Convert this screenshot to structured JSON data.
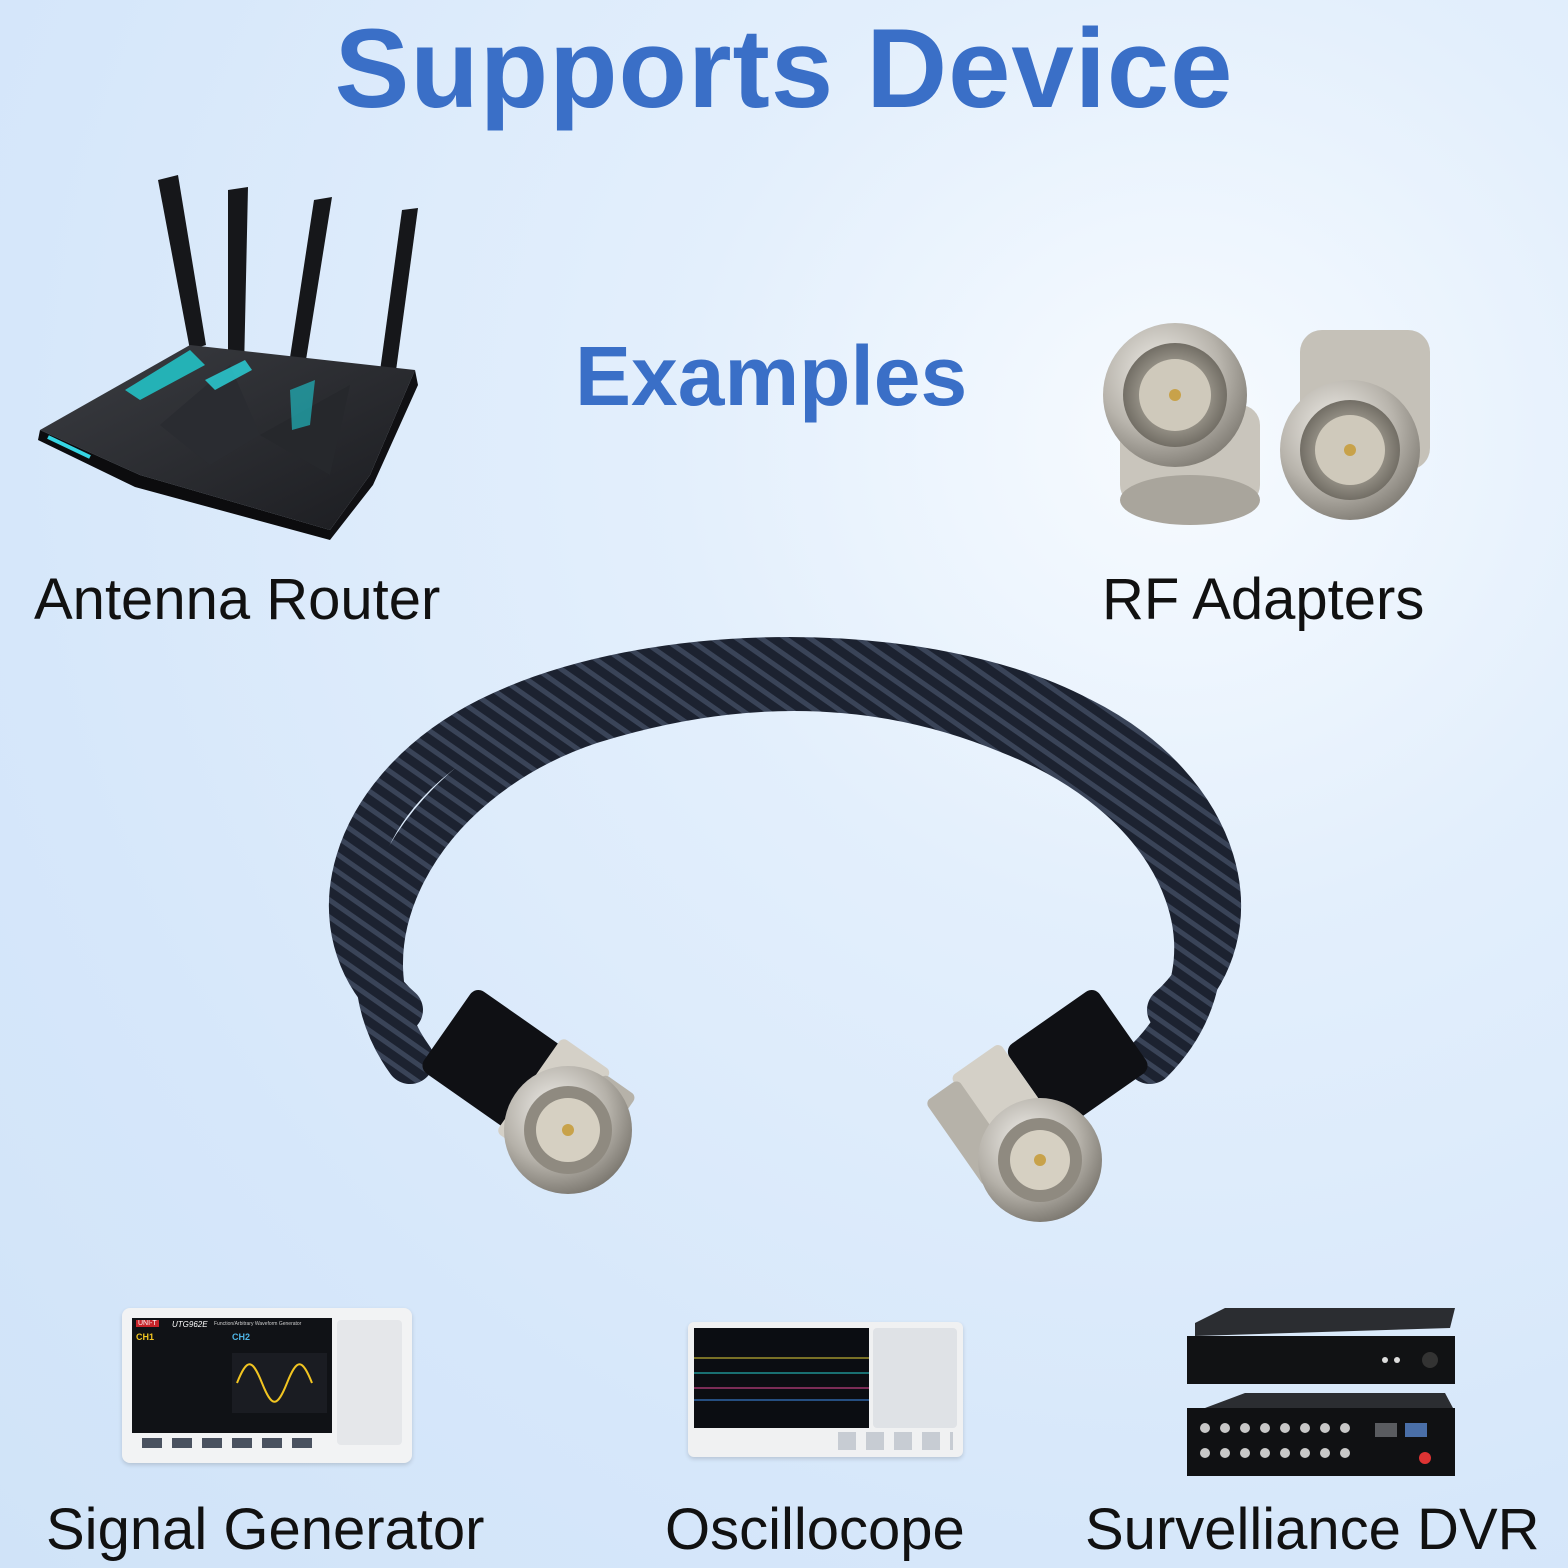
{
  "headline": "Supports Device",
  "subhead": "Examples",
  "devices": [
    {
      "label": "Antenna Router",
      "icon": "router-icon"
    },
    {
      "label": "RF Adapters",
      "icon": "bnc-adapter-icon"
    },
    {
      "label": "Signal Generator",
      "icon": "signal-generator-icon"
    },
    {
      "label": "Oscillocope",
      "icon": "oscilloscope-icon"
    },
    {
      "label": "Survelliance DVR",
      "icon": "dvr-icon"
    }
  ],
  "generator": {
    "brand": "UNI-T",
    "model": "UTG962E",
    "subtitle": "Function/Arbitrary Waveform Generator",
    "ch1": "CH1",
    "ch2": "CH2"
  },
  "colors": {
    "accent": "#3a6fc7",
    "cable": "#1c2230"
  }
}
